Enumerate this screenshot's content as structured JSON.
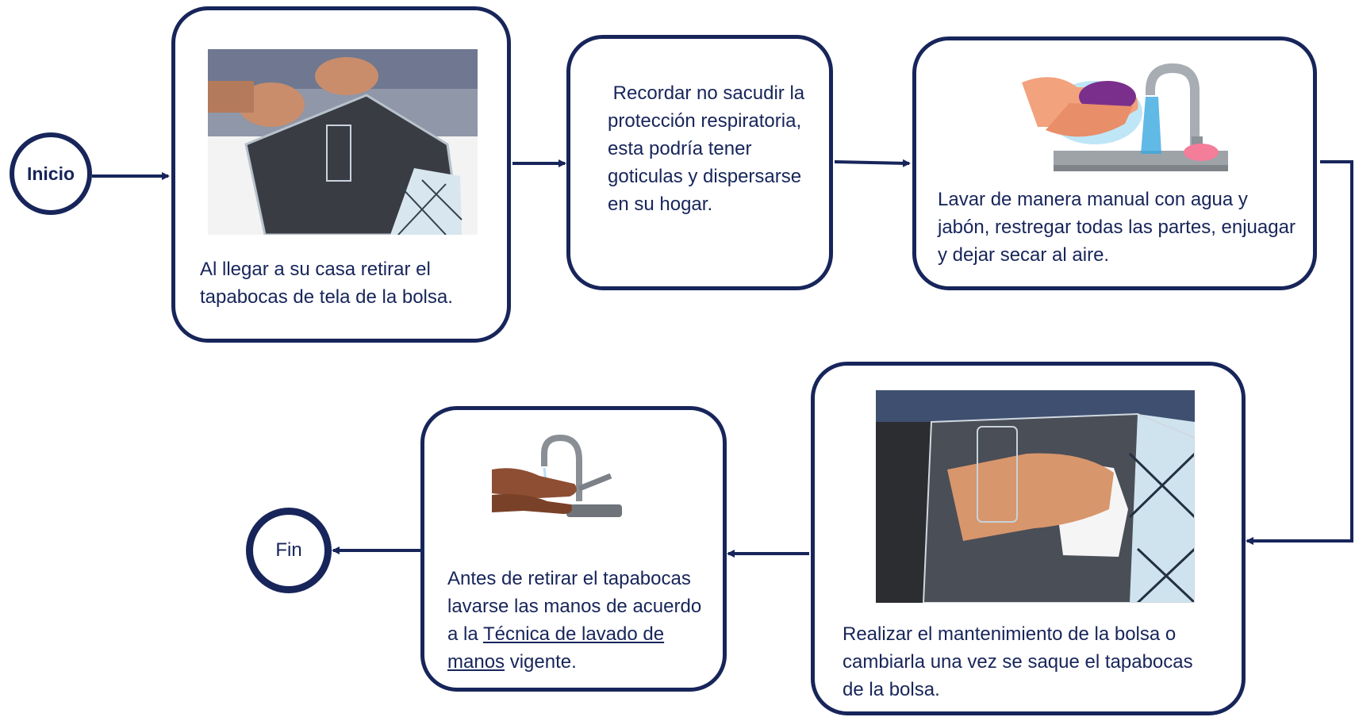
{
  "start": {
    "label": "Inicio"
  },
  "end": {
    "label": "Fin"
  },
  "steps": [
    {
      "text": "Al llegar a su casa retirar el tapabocas de tela de la bolsa."
    },
    {
      "text": " Recordar no sacudir la protección respiratoria, esta podría tener goticulas y dispersarse en su hogar."
    },
    {
      "text": "Lavar de manera manual con agua y jabón, restregar todas las partes, enjuagar y dejar secar al aire."
    },
    {
      "text": "Realizar  el mantenimiento de la bolsa o cambiarla una vez se saque el tapabocas de la bolsa."
    },
    {
      "text_before": "Antes de retirar el tapabocas lavarse las manos de acuerdo a la ",
      "link": "Técnica de lavado de manos",
      "text_after": " vigente."
    }
  ],
  "colors": {
    "stroke": "#17255a",
    "text": "#17255a"
  },
  "icons": [
    "hands-opening-bag-photo",
    "washing-hands-sink-illustration",
    "hand-in-bag-photo",
    "hands-under-faucet-photo"
  ]
}
